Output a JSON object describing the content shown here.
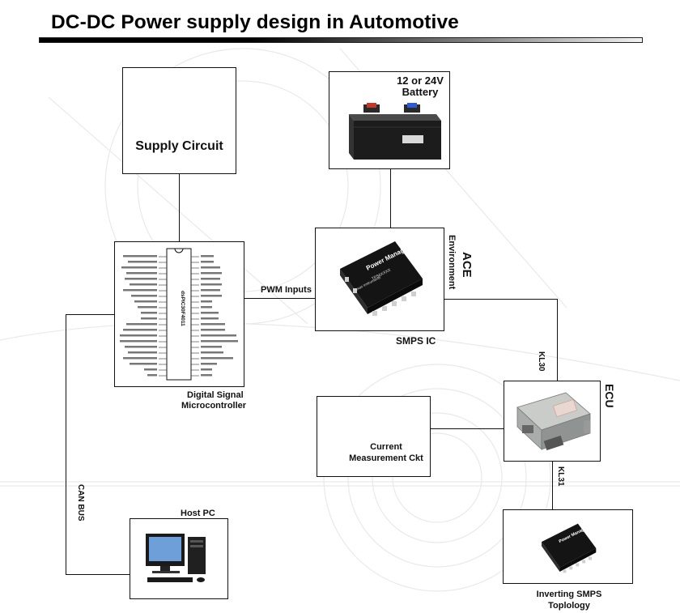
{
  "title": "DC-DC Power supply design in Automotive",
  "blocks": {
    "supply_circuit": "Supply Circuit",
    "battery_line1": "12 or 24V",
    "battery_line2": "Battery",
    "smps_ic": "SMPS IC",
    "ace_environment_line1": "ACE",
    "ace_environment_line2": "Environment",
    "dsp_line1": "Digital Signal",
    "dsp_line2": "Microcontroller",
    "ecu": "ECU",
    "current_measurement_line1": "Current",
    "current_measurement_line2": "Measurement Ckt",
    "host_pc": "Host PC",
    "inverting_smps_line1": "Inverting SMPS",
    "inverting_smps_line2": "Toplology"
  },
  "connections": {
    "pwm_inputs": "PWM Inputs",
    "kl30": "KL30",
    "kl31": "KL31",
    "can_bus": "CAN BUS"
  },
  "chip_labels": {
    "pm_chip_top": "Power Management",
    "pm_chip_sub": "TPS6XXXX",
    "ti_logo": "Texas Instruments",
    "dspic_part": "dsPIC30F4011"
  }
}
